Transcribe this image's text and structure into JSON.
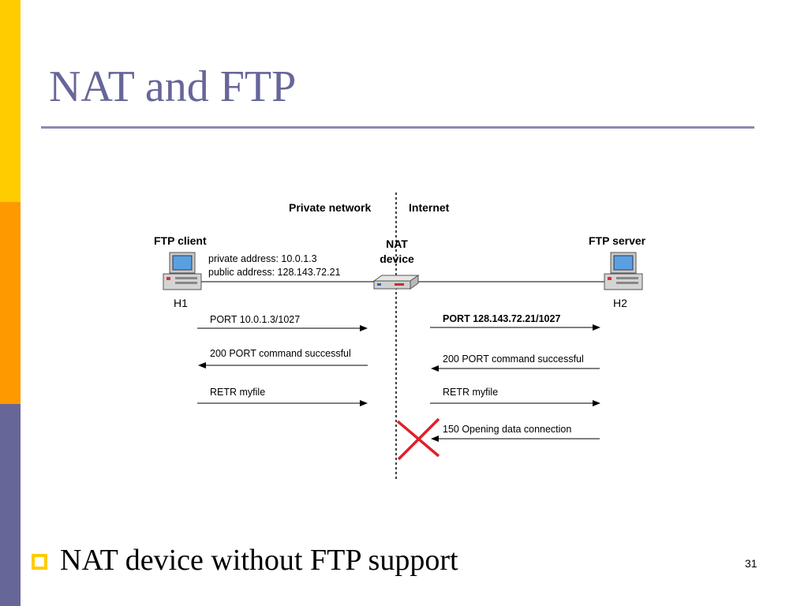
{
  "slide": {
    "title": "NAT and FTP",
    "bullet": "NAT device without FTP support",
    "page_number": "31",
    "colors": {
      "title": "#666699",
      "sidebar_top": "#ffcc00",
      "sidebar_middle": "#ff9900",
      "sidebar_bottom": "#666699",
      "cross": "#e0202a"
    }
  },
  "diagram": {
    "region_private": "Private network",
    "region_internet": "Internet",
    "client_label": "FTP client",
    "client_host": "H1",
    "server_label": "FTP server",
    "server_host": "H2",
    "nat_label_line1": "NAT",
    "nat_label_line2": "device",
    "private_address": "private address:  10.0.1.3",
    "public_address": "public address:   128.143.72.21",
    "left_messages": [
      {
        "text": "PORT 10.0.1.3/1027",
        "direction": "right"
      },
      {
        "text": "200  PORT command successful",
        "direction": "left"
      },
      {
        "text": "RETR myfile",
        "direction": "right"
      }
    ],
    "right_messages": [
      {
        "text": "PORT 128.143.72.21/1027",
        "direction": "right"
      },
      {
        "text": "200  PORT command successful",
        "direction": "left"
      },
      {
        "text": "RETR myfile",
        "direction": "right"
      },
      {
        "text": "150 Opening data connection",
        "direction": "left"
      }
    ],
    "blocked_icon": "red-x-cross-icon"
  }
}
